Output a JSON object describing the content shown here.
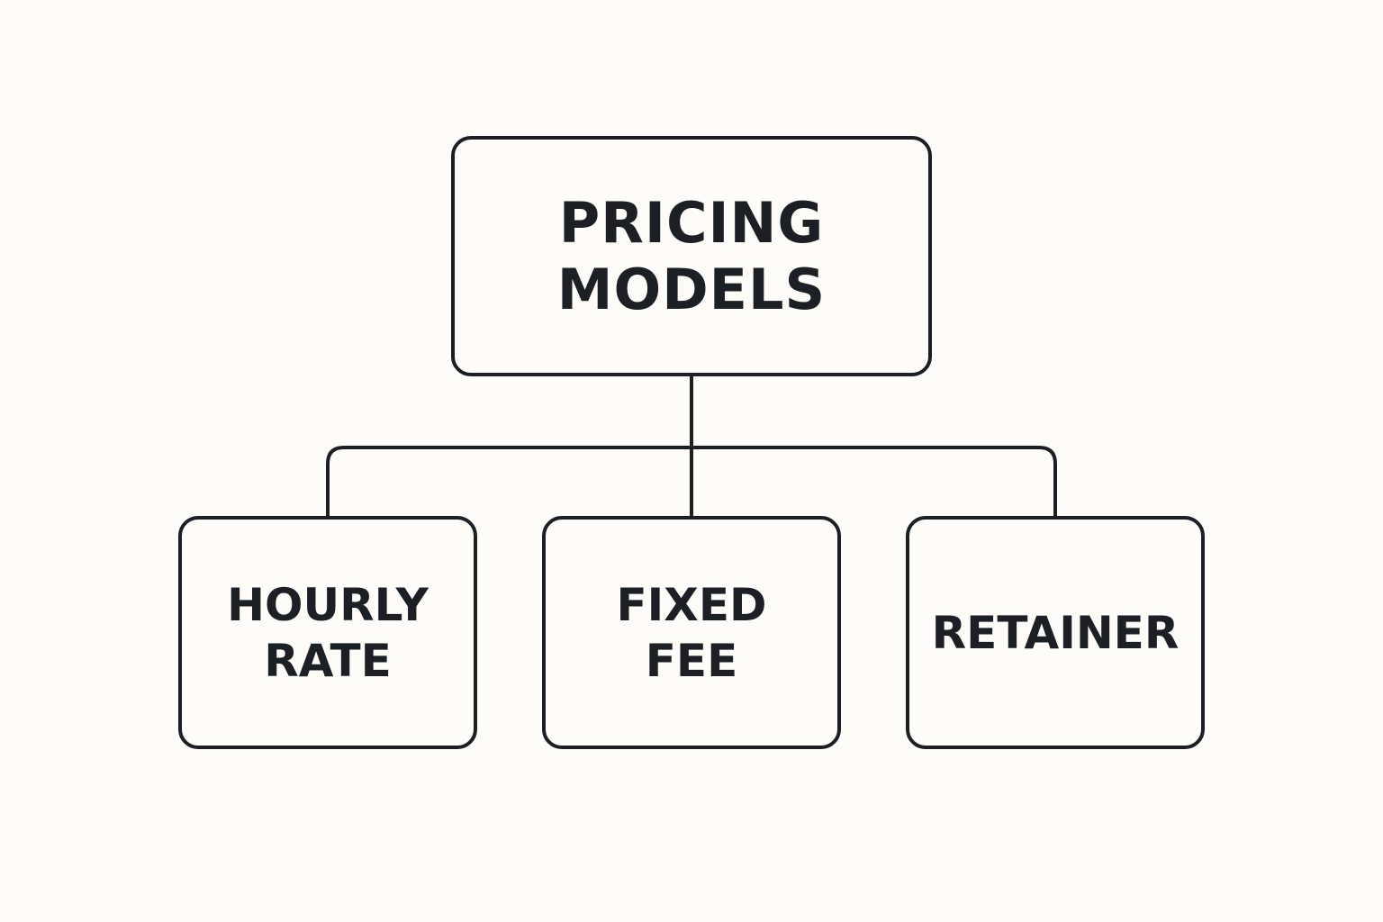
{
  "diagram": {
    "root": {
      "lines": [
        "PRICING",
        "MODELS"
      ]
    },
    "children": [
      {
        "lines": [
          "HOURLY",
          "RATE"
        ]
      },
      {
        "lines": [
          "FIXED",
          "FEE"
        ]
      },
      {
        "lines": [
          "RETAINER"
        ]
      }
    ]
  },
  "colors": {
    "background": "#fdfcf8",
    "stroke": "#1c1f24",
    "text": "#1c1f24"
  }
}
